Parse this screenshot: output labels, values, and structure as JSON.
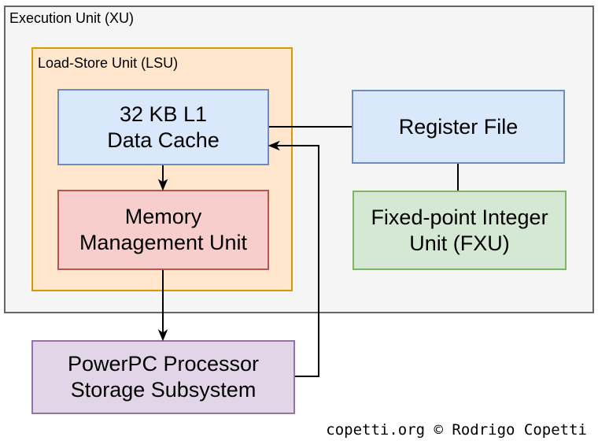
{
  "containers": {
    "execution_unit": {
      "label": "Execution Unit (XU)",
      "fill": "#f5f5f5",
      "stroke": "#666666"
    },
    "load_store_unit": {
      "label": "Load-Store Unit (LSU)",
      "fill": "#ffe6cc",
      "stroke": "#d79b00"
    }
  },
  "nodes": {
    "data_cache": {
      "label": "32 KB L1\nData Cache",
      "fill": "#dae8fc",
      "stroke": "#6c8ebf"
    },
    "register_file": {
      "label": "Register File",
      "fill": "#dae8fc",
      "stroke": "#6c8ebf"
    },
    "mmu": {
      "label": "Memory\nManagement Unit",
      "fill": "#f8cecc",
      "stroke": "#b85450"
    },
    "fxu": {
      "label": "Fixed-point Integer\nUnit (FXU)",
      "fill": "#d5e8d4",
      "stroke": "#82b366"
    },
    "storage_subsystem": {
      "label": "PowerPC Processor\nStorage Subsystem",
      "fill": "#e1d5e7",
      "stroke": "#9673a6"
    }
  },
  "edges": [
    {
      "from": "register_file",
      "to": "data_cache",
      "arrow": "none"
    },
    {
      "from": "data_cache",
      "to": "mmu",
      "arrow": "to"
    },
    {
      "from": "mmu",
      "to": "storage_subsystem",
      "arrow": "to"
    },
    {
      "from": "storage_subsystem",
      "to": "data_cache",
      "arrow": "to"
    },
    {
      "from": "register_file",
      "to": "fxu",
      "arrow": "none"
    }
  ],
  "colors": {
    "connector": "#000000",
    "text": "#000000",
    "background": "#ffffff"
  },
  "watermark": "copetti.org © Rodrigo Copetti"
}
